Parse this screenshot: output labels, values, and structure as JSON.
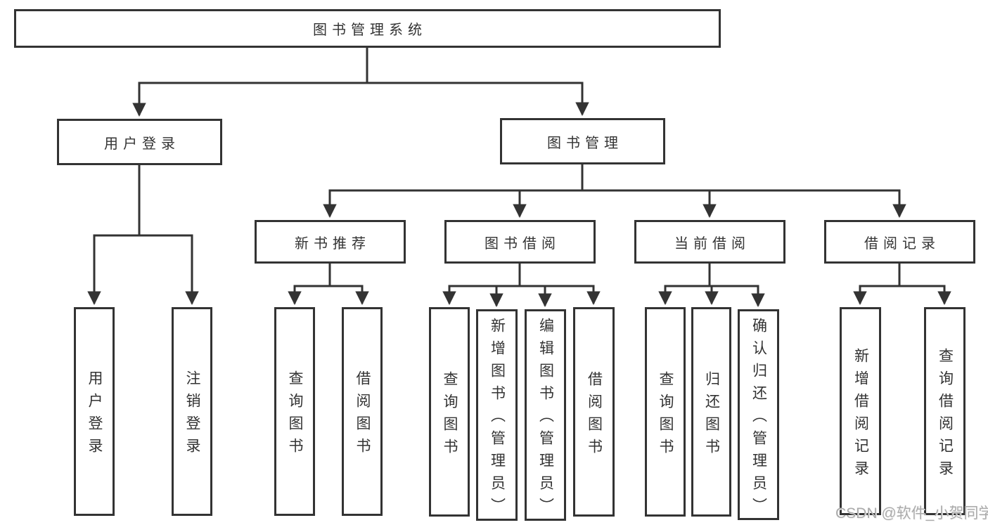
{
  "nodes": {
    "root": "图书管理系统",
    "userLogin": "用户登录",
    "bookMgmt": "图书管理",
    "newBookRec": "新书推荐",
    "bookBorrow": "图书借阅",
    "currentBorrow": "当前借阅",
    "borrowRecord": "借阅记录",
    "ulLogin": "用户登录",
    "ulLogout": "注销登录",
    "nbQuery": "查询图书",
    "nbBorrow": "借阅图书",
    "bbQuery": "查询图书",
    "bbAdd": "新增图书（管理员）",
    "bbEdit": "编辑图书（管理员）",
    "bbBorrow": "借阅图书",
    "cbQuery": "查询图书",
    "cbReturn": "归还图书",
    "cbConfirm": "确认归还（管理员）",
    "brAdd": "新增借阅记录",
    "brQuery": "查询借阅记录"
  },
  "watermark": "CSDN @软件_小贺同学",
  "colors": {
    "line": "#333333",
    "text": "#333333",
    "background": "#ffffff",
    "watermark": "#ababab"
  }
}
